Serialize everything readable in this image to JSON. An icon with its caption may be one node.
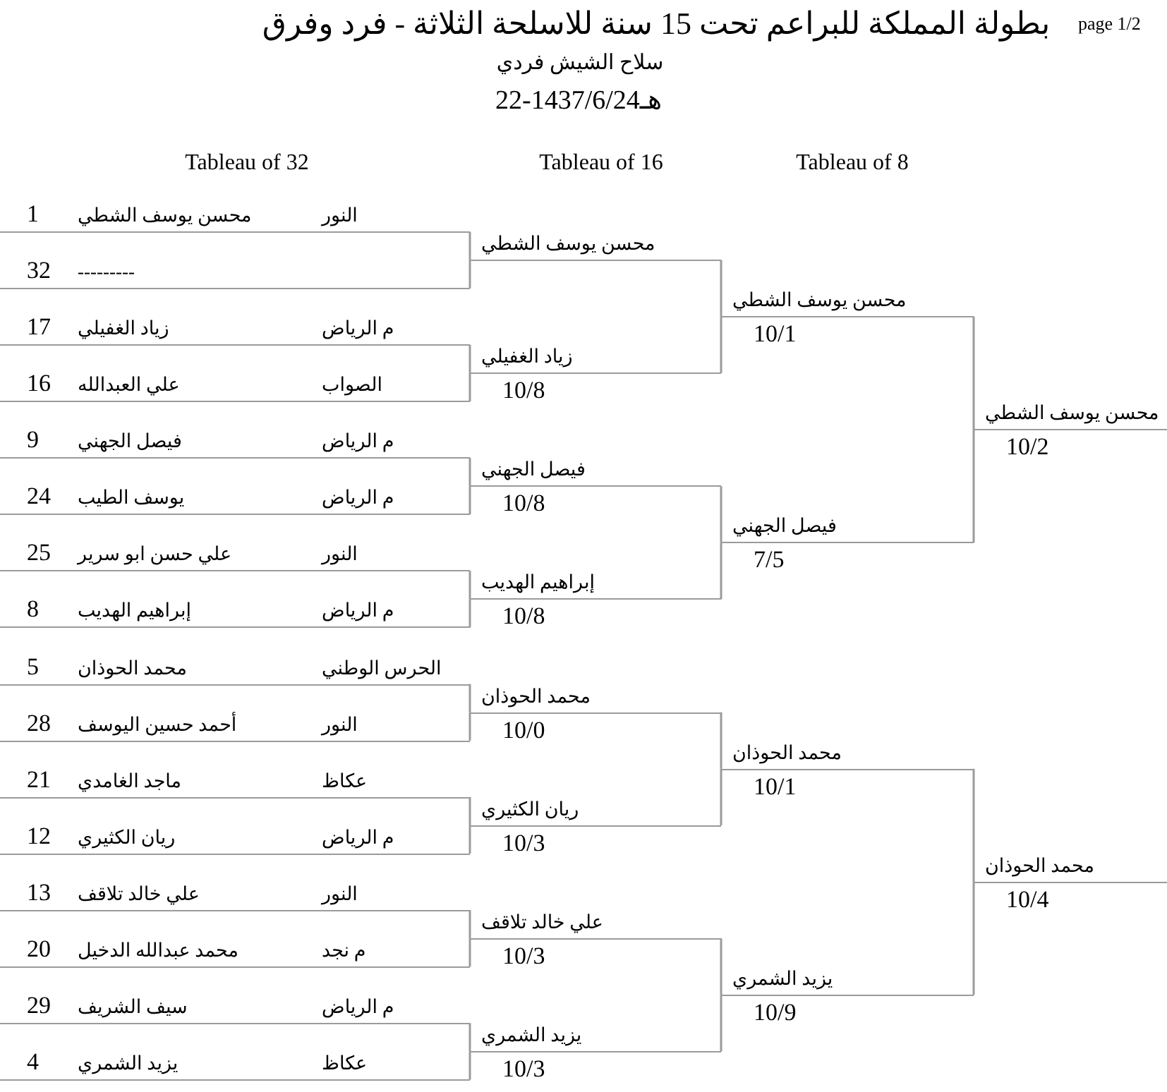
{
  "diagram": {
    "title": "بطولة المملكة للبراعم تحت 15 سنة للاسلحة الثلاثة - فرد وفرق",
    "nodes": [
      {
        "text": [
          "النور",
          "محسن يوسف الشطي",
          "1"
        ]
      },
      {
        "text": [
          "---------",
          "32"
        ]
      },
      {
        "text": [
          "م الرياض",
          "زياد الغفيلي",
          "17"
        ]
      },
      {
        "text": [
          "الصواب",
          "علي العبدالله",
          "16"
        ]
      },
      {
        "text": [
          "م الرياض",
          "فيصل الجهني",
          "9"
        ]
      },
      {
        "text": [
          "م الرياض",
          "يوسف الطيب",
          "24"
        ]
      },
      {
        "text": [
          "النور",
          "علي حسن ابو سرير",
          "25"
        ]
      },
      {
        "text": [
          "م الرياض",
          "إبراهيم الهديب",
          "8"
        ]
      },
      {
        "text": [
          "الحرس الوطني",
          "محمد الحوذان",
          "5"
        ]
      },
      {
        "text": [
          "النور",
          "أحمد حسين اليوسف",
          "28"
        ]
      },
      {
        "text": [
          "عكاظ",
          "ماجد الغامدي",
          "21"
        ]
      },
      {
        "text": [
          "م الرياض",
          "ريان الكثيري",
          "12"
        ]
      },
      {
        "text": [
          "النور",
          "علي خالد تلاقف",
          "13"
        ]
      },
      {
        "text": [
          "م نجد",
          "محمد عبدالله الدخيل",
          "20"
        ]
      },
      {
        "text": [
          "م الرياض",
          "سيف الشريف",
          "29"
        ]
      },
      {
        "text": [
          "عكاظ",
          "يزيد الشمري",
          "4"
        ]
      },
      {
        "text": [
          "محسن يوسف الشطي"
        ]
      },
      {
        "text": [
          "زياد الغفيلي"
        ],
        "beside": [
          "10/8"
        ]
      },
      {
        "text": [
          "فيصل الجهني"
        ],
        "beside": [
          "10/8"
        ]
      },
      {
        "text": [
          "إبراهيم الهديب"
        ],
        "beside": [
          "10/8"
        ]
      },
      {
        "text": [
          "محمد الحوذان"
        ],
        "beside": [
          "10/0"
        ]
      },
      {
        "text": [
          "ريان الكثيري"
        ],
        "beside": [
          "10/3"
        ]
      },
      {
        "text": [
          "علي خالد تلاقف"
        ],
        "beside": [
          "10/3"
        ]
      },
      {
        "text": [
          "يزيد الشمري"
        ],
        "beside": [
          "10/3"
        ]
      },
      {
        "text": [
          "محسن يوسف الشطي"
        ],
        "beside": [
          "10/1"
        ]
      },
      {
        "text": [
          "فيصل الجهني"
        ],
        "beside": [
          "7/5"
        ]
      },
      {
        "text": [
          "محمد الحوذان"
        ],
        "beside": [
          "10/1"
        ]
      },
      {
        "text": [
          "يزيد الشمري"
        ],
        "beside": [
          "10/9"
        ]
      },
      {
        "text": [
          "محسن يوسف الشطي"
        ],
        "beside": [
          "10/2"
        ]
      },
      {
        "text": [
          "محمد الحوذان"
        ],
        "beside": [
          "10/4"
        ]
      }
    ],
    "edges": [
      {
        "from": 0,
        "to": 16,
        "arrow": "none"
      },
      {
        "from": 1,
        "to": 16,
        "arrow": "none"
      },
      {
        "from": 2,
        "to": 17,
        "arrow": "none"
      },
      {
        "from": 3,
        "to": 17,
        "arrow": "none"
      },
      {
        "from": 4,
        "to": 18,
        "arrow": "none"
      },
      {
        "from": 5,
        "to": 18,
        "arrow": "none"
      },
      {
        "from": 6,
        "to": 19,
        "arrow": "none"
      },
      {
        "from": 7,
        "to": 19,
        "arrow": "none"
      },
      {
        "from": 8,
        "to": 20,
        "arrow": "none"
      },
      {
        "from": 9,
        "to": 20,
        "arrow": "none"
      },
      {
        "from": 10,
        "to": 21,
        "arrow": "none"
      },
      {
        "from": 11,
        "to": 21,
        "arrow": "none"
      },
      {
        "from": 12,
        "to": 22,
        "arrow": "none"
      },
      {
        "from": 13,
        "to": 22,
        "arrow": "none"
      },
      {
        "from": 14,
        "to": 23,
        "arrow": "none"
      },
      {
        "from": 15,
        "to": 23,
        "arrow": "none"
      },
      {
        "from": 16,
        "to": 24,
        "arrow": "none"
      },
      {
        "from": 17,
        "to": 24,
        "arrow": "none"
      },
      {
        "from": 18,
        "to": 25,
        "arrow": "none"
      },
      {
        "from": 19,
        "to": 25,
        "arrow": "none"
      },
      {
        "from": 20,
        "to": 26,
        "arrow": "none"
      },
      {
        "from": 21,
        "to": 26,
        "arrow": "none"
      },
      {
        "from": 22,
        "to": 27,
        "arrow": "none"
      },
      {
        "from": 23,
        "to": 27,
        "arrow": "none"
      },
      {
        "from": 24,
        "to": 28,
        "arrow": "none"
      },
      {
        "from": 25,
        "to": 28,
        "arrow": "none"
      },
      {
        "from": 26,
        "to": 29,
        "arrow": "none"
      },
      {
        "from": 27,
        "to": 29,
        "arrow": "none"
      }
    ],
    "labels": [
      "page 1/2",
      "سلاح الشيش فردي",
      "22-1437/6/24هـ",
      "Tableau of 32",
      "Tableau of 16",
      "Tableau of 8"
    ]
  }
}
